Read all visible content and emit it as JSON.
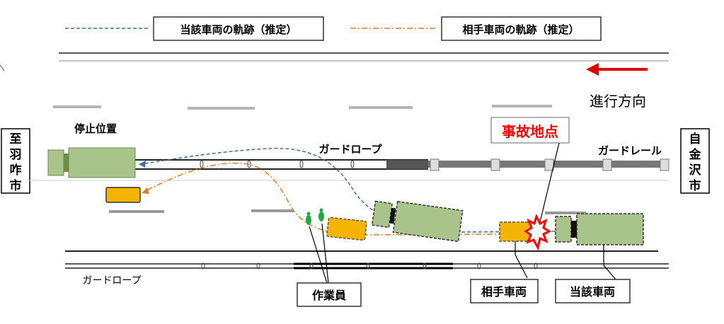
{
  "legend": {
    "own_vehicle_trajectory": "当該車両の軌跡（推定）",
    "other_vehicle_trajectory": "相手車両の軌跡（推定）"
  },
  "labels": {
    "direction": "進行方向",
    "stop_position": "停止位置",
    "accident_point": "事故地点",
    "guard_rope_upper": "ガードロープ",
    "guard_rail": "ガードレール",
    "guard_rope_lower": "ガードロープ",
    "workers": "作業員",
    "other_vehicle": "相手車両",
    "own_vehicle": "当該車両",
    "to_city_left": [
      "至",
      "羽",
      "咋",
      "市"
    ],
    "from_city_right": [
      "自",
      "金",
      "沢",
      "市"
    ]
  },
  "colors": {
    "own_trajectory": "#3d6fa8",
    "other_trajectory": "#e07b1e",
    "truck_green": "#a9c48a",
    "car_orange": "#f5b400",
    "accident_red": "#ff0000",
    "worker_green": "#1fa84a",
    "arrow_red": "#e00000"
  }
}
